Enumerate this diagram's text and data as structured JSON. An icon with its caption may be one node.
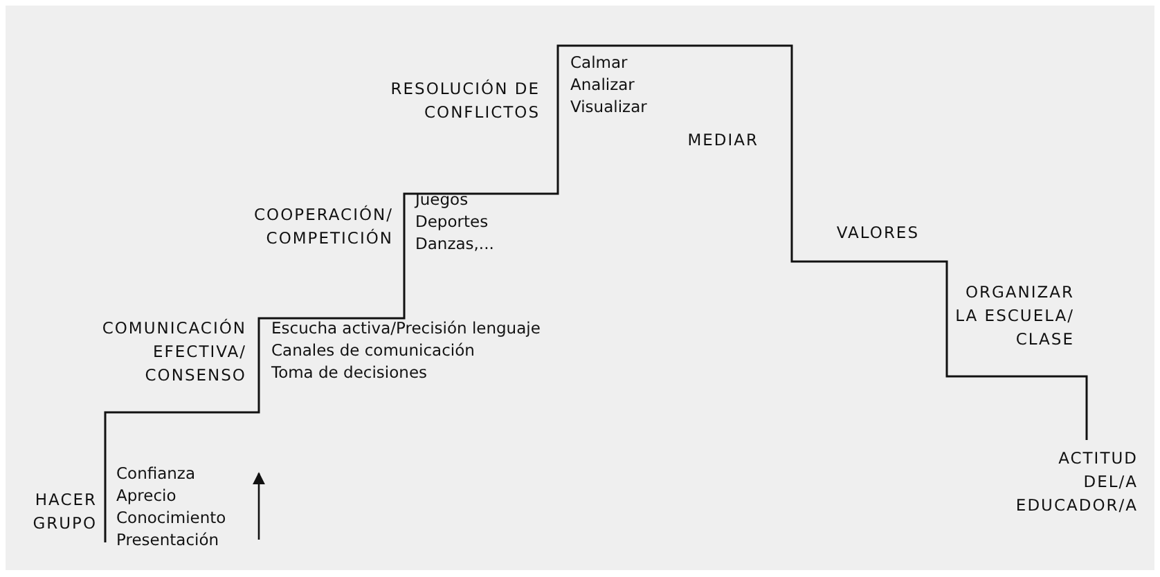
{
  "diagram": {
    "nodes": [
      {
        "text": [
          "HACER GRUPO",
          "Confianza",
          "Aprecio",
          "Conocimiento",
          "Presentación"
        ]
      },
      {
        "text": [
          "COMUNICACIÓN EFECTIVA/ CONSENSO",
          "Escucha activa/Precisión lenguaje",
          "Canales de comunicación",
          "Toma de decisiones"
        ]
      },
      {
        "text": [
          "COOPERACIÓN/ COMPETICIÓN",
          "Juegos",
          "Deportes",
          "Danzas,..."
        ]
      },
      {
        "text": [
          "RESOLUCIÓN DE CONFLICTOS",
          "Calmar",
          "Analizar",
          "Visualizar"
        ]
      }
    ],
    "labels": [
      "MEDIAR",
      "VALORES",
      "ORGANIZAR LA ESCUELA/ CLASE",
      "ACTITUD DEL/A EDUCADOR/A"
    ]
  }
}
